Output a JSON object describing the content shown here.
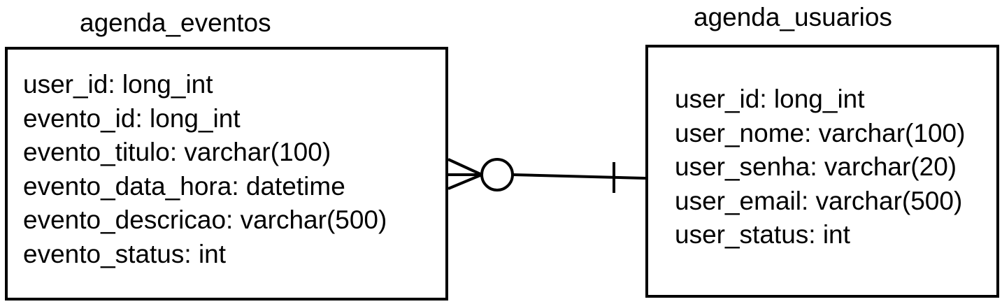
{
  "entities": {
    "agenda_eventos": {
      "title": "agenda_eventos",
      "fields": [
        "user_id: long_int",
        "evento_id: long_int",
        "evento_titulo: varchar(100)",
        "evento_data_hora: datetime",
        "evento_descricao: varchar(500)",
        "evento_status: int"
      ]
    },
    "agenda_usuarios": {
      "title": "agenda_usuarios",
      "fields": [
        "user_id: long_int",
        "user_nome: varchar(100)",
        "user_senha: varchar(20)",
        "user_email: varchar(500)",
        "user_status: int"
      ]
    }
  },
  "relationship": {
    "from": "agenda_eventos",
    "to": "agenda_usuarios",
    "from_end": "zero-or-many",
    "to_end": "one"
  }
}
